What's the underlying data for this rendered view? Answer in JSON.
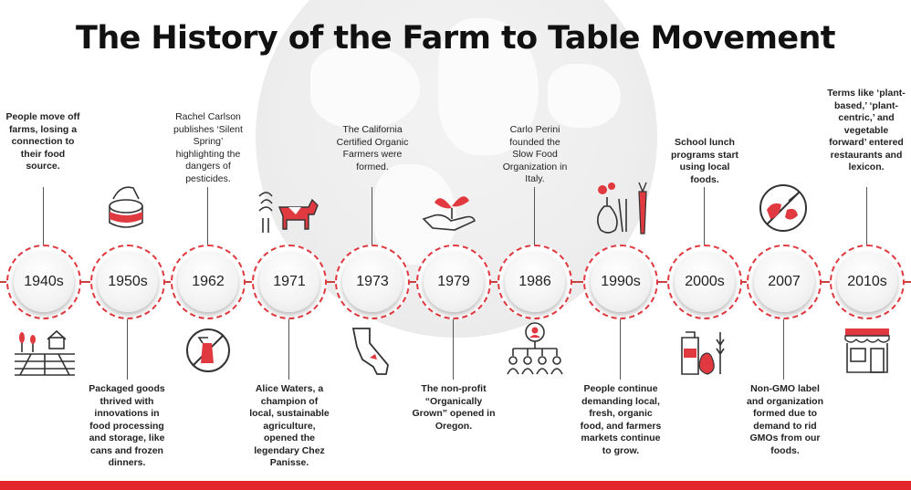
{
  "title": "The History of the Farm to Table Movement",
  "colors": {
    "accent": "#e0393f",
    "text": "#1a1a1a",
    "bar": "#e3262b"
  },
  "events": [
    {
      "year": "1940s",
      "text": "People move off farms, losing a connection to their food source.",
      "icon": "farmland-icon"
    },
    {
      "year": "1950s",
      "text": "Packaged goods thrived with innovations in food processing and storage, like cans and frozen dinners.",
      "icon": "can-icon"
    },
    {
      "year": "1962",
      "text": "Rachel Carlson publishes ‘Silent Spring’ highlighting the dangers of pesticides.",
      "icon": "no-spray-icon"
    },
    {
      "year": "1971",
      "text": "Alice Waters, a champion of local, sustainable agriculture, opened the legendary Chez Panisse.",
      "icon": "farm-cow-icon"
    },
    {
      "year": "1973",
      "text": "The California Certified Organic Farmers were formed.",
      "icon": "california-icon"
    },
    {
      "year": "1979",
      "text": "The non-profit “Organically Grown” opened in Oregon.",
      "icon": "hand-sprout-icon"
    },
    {
      "year": "1986",
      "text": "Carlo Perini founded the Slow Food Organization in Italy.",
      "icon": "organization-icon"
    },
    {
      "year": "1990s",
      "text": "People continue demanding local, fresh, organic food, and farmers markets continue to grow.",
      "icon": "vegetables-icon"
    },
    {
      "year": "2000s",
      "text": "School lunch programs start using local foods.",
      "icon": "lunch-icon"
    },
    {
      "year": "2007",
      "text": "Non-GMO label and organization formed due to demand to rid GMOs from our foods.",
      "icon": "no-gmo-icon"
    },
    {
      "year": "2010s",
      "text": "Terms like ‘plant-based,’ ‘plant-centric,’ and vegetable forward’ entered restaurants and lexicon.",
      "icon": "restaurant-icon"
    }
  ]
}
